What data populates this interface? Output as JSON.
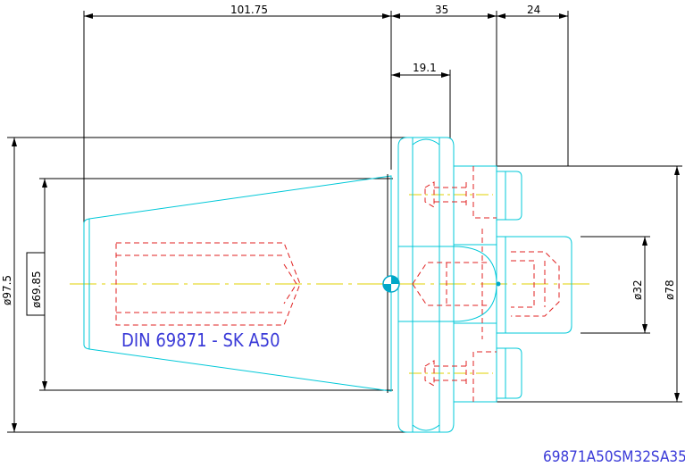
{
  "dimensions": {
    "total_length": "101.75",
    "flange_to_face": "35",
    "gauge_len": "24",
    "groove": "19.1",
    "dia_flange": "ø97.5",
    "dia_taper": "ø69.85",
    "dia_shank": "ø32",
    "dia_body": "ø78"
  },
  "labels": {
    "standard": "DIN 69871 - SK A50",
    "part_number": "69871A50SM32SA35"
  },
  "colors": {
    "outline": "#00c8d8",
    "hidden": "#e02020",
    "centerline": "#e0d000",
    "dimension": "#000000",
    "text_blue": "#3a3ad8"
  }
}
